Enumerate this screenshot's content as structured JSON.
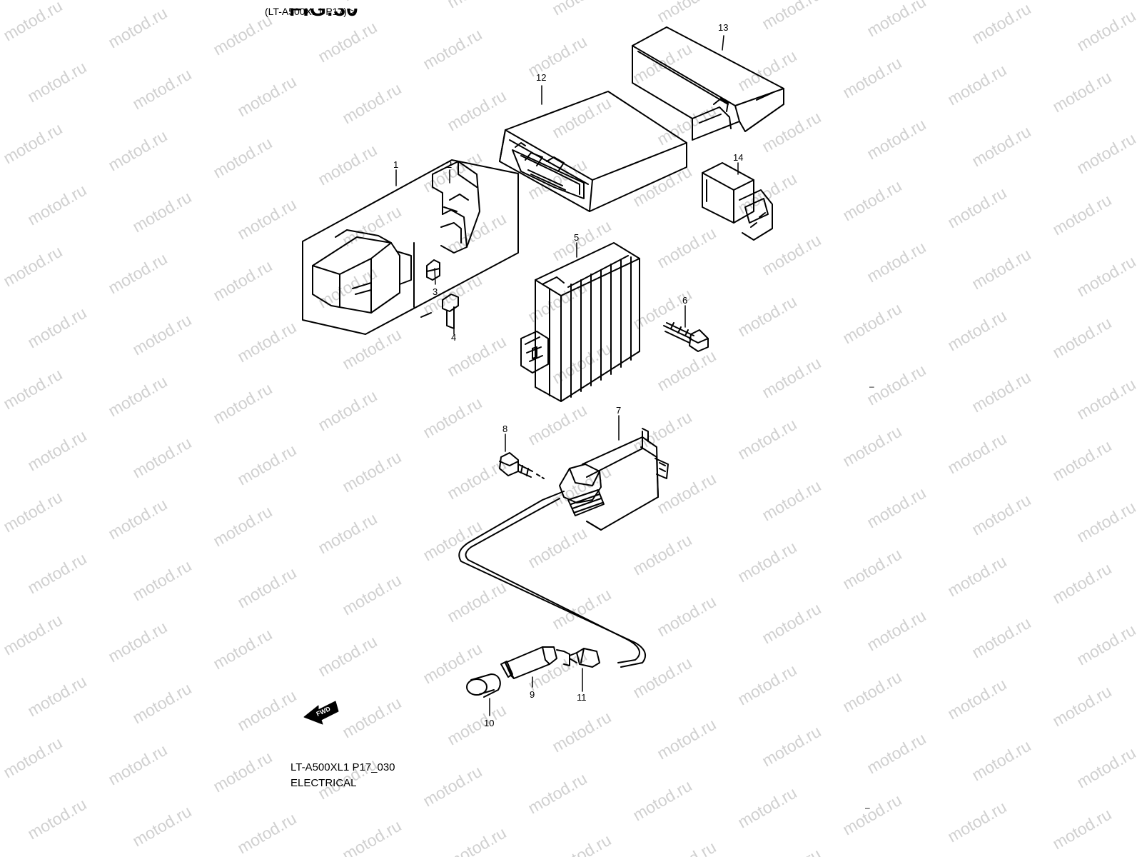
{
  "header": {
    "model_ref": "(LT-A500XL1 P17) >",
    "fig_partial": "FIG.30"
  },
  "footer": {
    "diagram_code": "LT-A500XL1 P17_030",
    "section_title": "ELECTRICAL"
  },
  "watermark": {
    "text": "motod.ru"
  },
  "fwd_arrow": {
    "text": "FWD"
  },
  "callouts": [
    {
      "id": "1",
      "text": "1"
    },
    {
      "id": "2",
      "text": "2"
    },
    {
      "id": "3",
      "text": "3"
    },
    {
      "id": "4",
      "text": "4"
    },
    {
      "id": "5",
      "text": "5"
    },
    {
      "id": "6",
      "text": "6"
    },
    {
      "id": "7",
      "text": "7"
    },
    {
      "id": "8",
      "text": "8"
    },
    {
      "id": "9",
      "text": "9"
    },
    {
      "id": "10",
      "text": "10"
    },
    {
      "id": "11",
      "text": "11"
    },
    {
      "id": "12",
      "text": "12"
    },
    {
      "id": "13",
      "text": "13"
    },
    {
      "id": "14",
      "text": "14"
    }
  ],
  "stray_marks": [
    "–",
    "–"
  ]
}
